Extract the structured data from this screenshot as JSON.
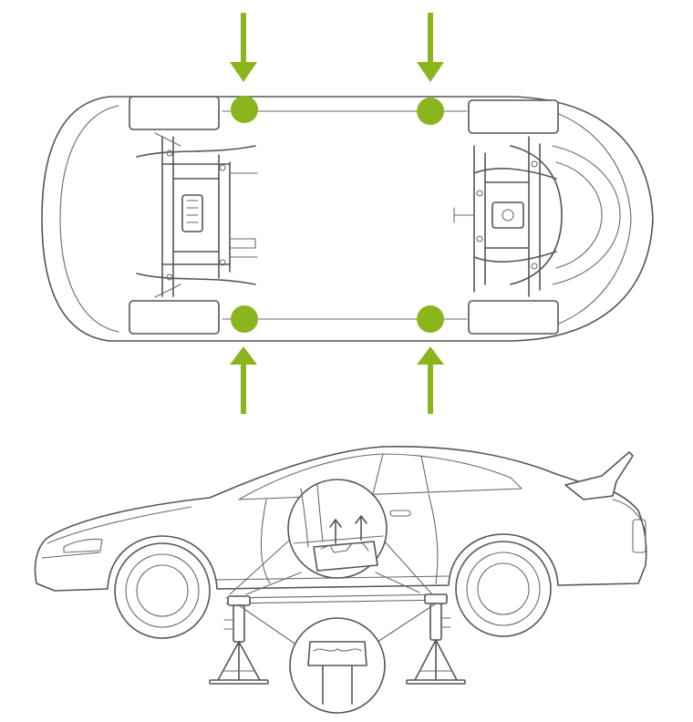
{
  "colors": {
    "accent": "#8ab51d",
    "line": "#555555",
    "background": "#ffffff"
  },
  "top_view": {
    "lift_points": [
      {
        "id": "front-left"
      },
      {
        "id": "rear-left"
      },
      {
        "id": "front-right"
      },
      {
        "id": "rear-right"
      }
    ],
    "arrows": [
      {
        "direction": "down"
      },
      {
        "direction": "down"
      },
      {
        "direction": "up"
      },
      {
        "direction": "up"
      }
    ]
  },
  "side_view": {
    "jack_stands": 2,
    "detail_callouts": 2
  }
}
